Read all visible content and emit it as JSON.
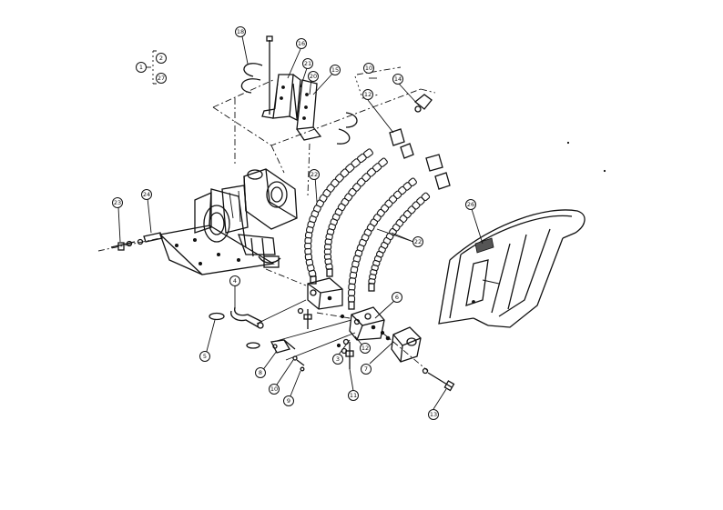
{
  "callouts": [
    {
      "id": "c1",
      "label": "1"
    },
    {
      "id": "c2",
      "label": "2"
    },
    {
      "id": "c27",
      "label": "27"
    },
    {
      "id": "c18",
      "label": "18"
    },
    {
      "id": "c16",
      "label": "16"
    },
    {
      "id": "c21a",
      "label": "21"
    },
    {
      "id": "c20",
      "label": "20"
    },
    {
      "id": "c15",
      "label": "15"
    },
    {
      "id": "c10",
      "label": "10"
    },
    {
      "id": "c14",
      "label": "14"
    },
    {
      "id": "c12a",
      "label": "12"
    },
    {
      "id": "c22a",
      "label": "22"
    },
    {
      "id": "c23",
      "label": "23"
    },
    {
      "id": "c24",
      "label": "24"
    },
    {
      "id": "c22b",
      "label": "22"
    },
    {
      "id": "c4",
      "label": "4"
    },
    {
      "id": "c5",
      "label": "5"
    },
    {
      "id": "c6",
      "label": "6"
    },
    {
      "id": "c3",
      "label": "3"
    },
    {
      "id": "c12b",
      "label": "12"
    },
    {
      "id": "c7",
      "label": "7"
    },
    {
      "id": "c8",
      "label": "8"
    },
    {
      "id": "c10b",
      "label": "10"
    },
    {
      "id": "c9",
      "label": "9"
    },
    {
      "id": "c11",
      "label": "11"
    },
    {
      "id": "c13",
      "label": "13"
    },
    {
      "id": "c26",
      "label": "26"
    }
  ]
}
